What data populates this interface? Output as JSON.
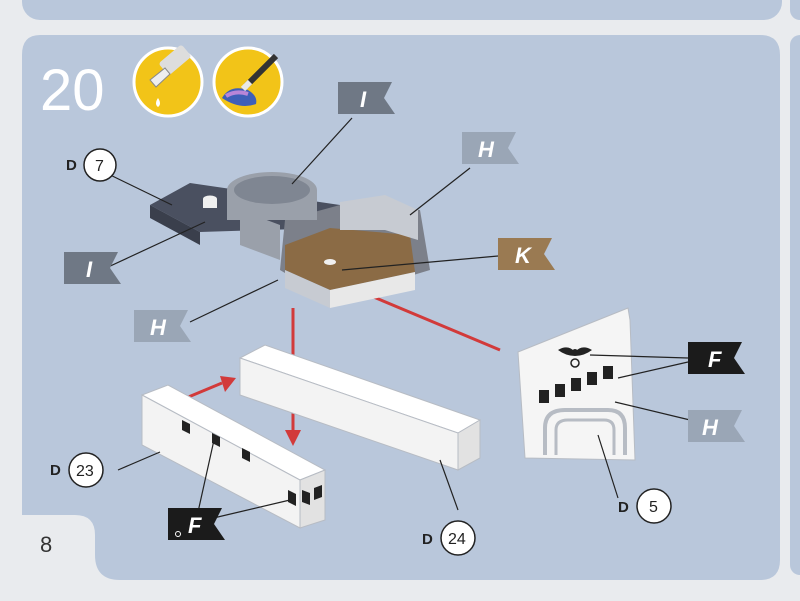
{
  "step": {
    "number": "20"
  },
  "page": {
    "number": "8"
  },
  "icons": [
    "glue-bottle-icon",
    "paint-brush-icon"
  ],
  "colors": {
    "panel": "#b9c7db",
    "icon_bg": "#f2c418",
    "flag_grey": "#6f7885",
    "flag_light": "#9aa6b6",
    "flag_brown": "#9a7a52",
    "flag_black": "#1b1b1b",
    "arrow": "#d23a3a"
  },
  "flags": [
    {
      "id": "I_top",
      "letter": "I",
      "color": "grey"
    },
    {
      "id": "H_top",
      "letter": "H",
      "color": "light"
    },
    {
      "id": "I_left",
      "letter": "I",
      "color": "grey"
    },
    {
      "id": "K",
      "letter": "K",
      "color": "brown"
    },
    {
      "id": "H_left",
      "letter": "H",
      "color": "light"
    },
    {
      "id": "F_right",
      "letter": "F",
      "color": "black"
    },
    {
      "id": "H_right",
      "letter": "H",
      "color": "light"
    },
    {
      "id": "F_bottom",
      "letter": "F",
      "color": "black"
    }
  ],
  "parts": [
    {
      "prefix": "D",
      "number": "7"
    },
    {
      "prefix": "D",
      "number": "23"
    },
    {
      "prefix": "D",
      "number": "24"
    },
    {
      "prefix": "D",
      "number": "5"
    }
  ]
}
